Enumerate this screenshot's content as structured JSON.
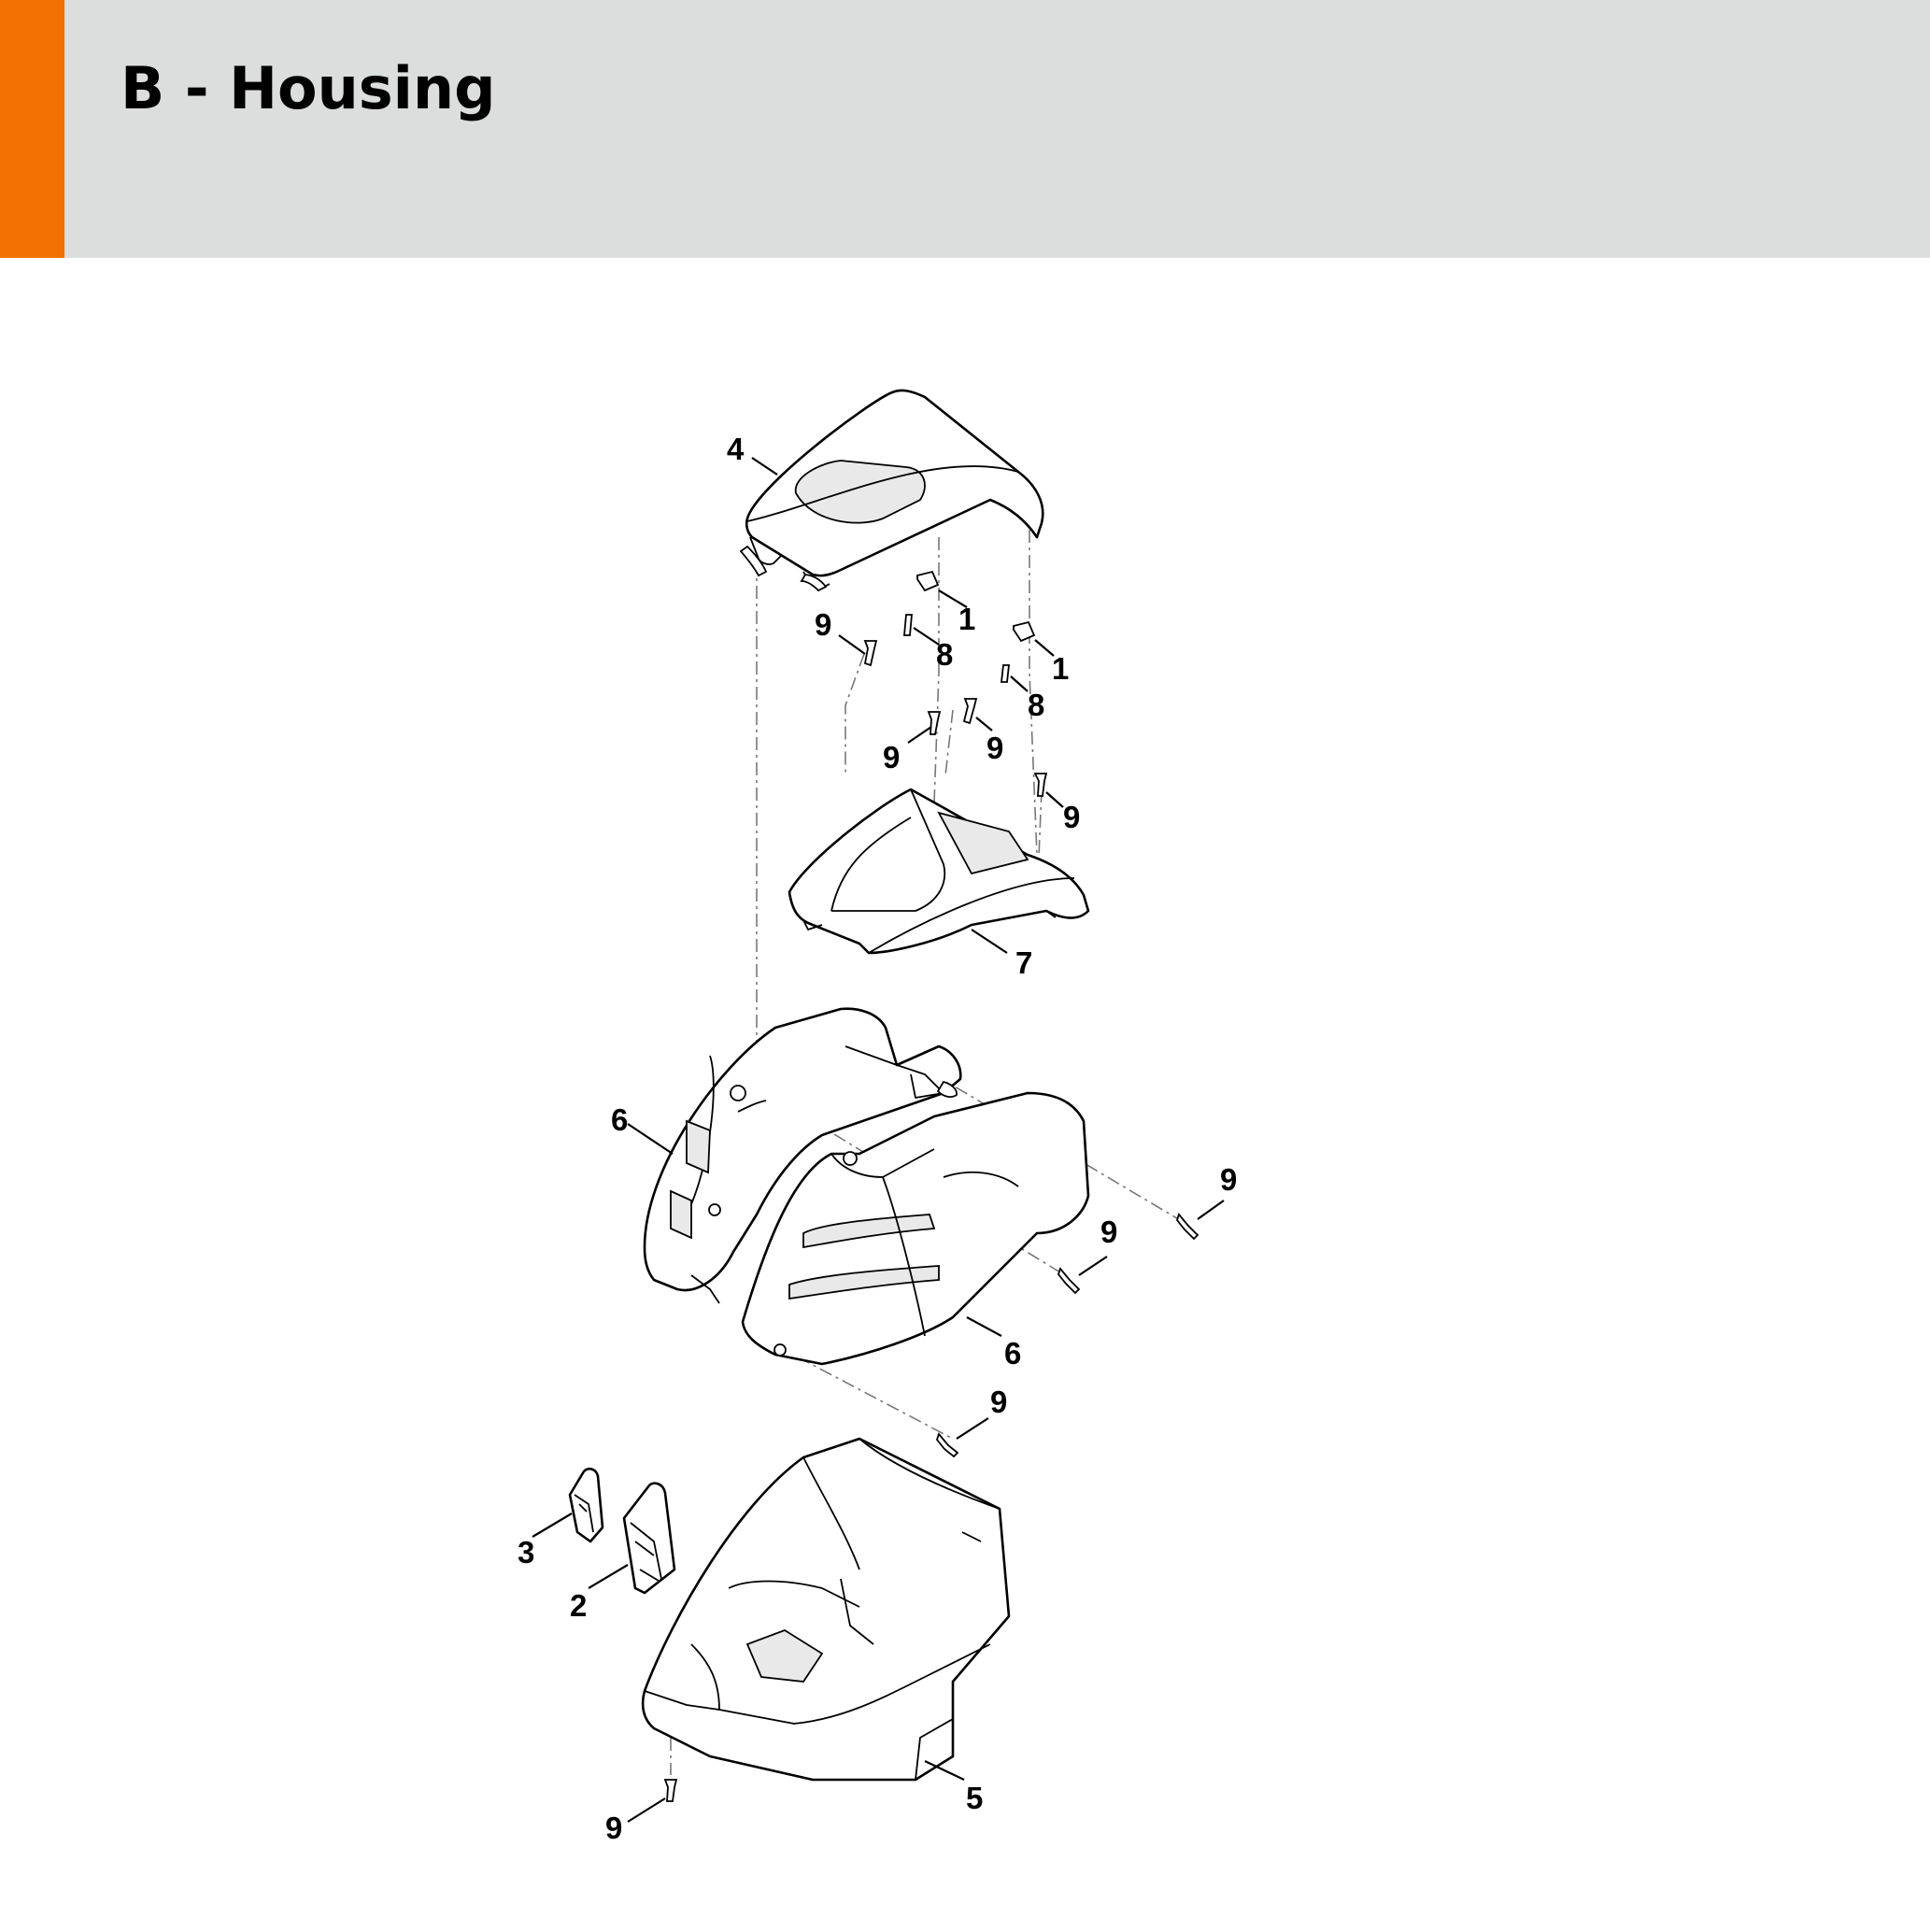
{
  "header": {
    "title": "B - Housing",
    "accent_color": "#f37100",
    "background_color": "#dcdedd"
  },
  "diagram": {
    "callouts": [
      {
        "id": "c4",
        "text": "4"
      },
      {
        "id": "c1a",
        "text": "1"
      },
      {
        "id": "c1b",
        "text": "1"
      },
      {
        "id": "c8a",
        "text": "8"
      },
      {
        "id": "c8b",
        "text": "8"
      },
      {
        "id": "c9a",
        "text": "9"
      },
      {
        "id": "c9b",
        "text": "9"
      },
      {
        "id": "c9c",
        "text": "9"
      },
      {
        "id": "c9d",
        "text": "9"
      },
      {
        "id": "c7",
        "text": "7"
      },
      {
        "id": "c6a",
        "text": "6"
      },
      {
        "id": "c6b",
        "text": "6"
      },
      {
        "id": "c9e",
        "text": "9"
      },
      {
        "id": "c9f",
        "text": "9"
      },
      {
        "id": "c9g",
        "text": "9"
      },
      {
        "id": "c3",
        "text": "3"
      },
      {
        "id": "c2",
        "text": "2"
      },
      {
        "id": "c5",
        "text": "5"
      },
      {
        "id": "c9h",
        "text": "9"
      }
    ]
  }
}
